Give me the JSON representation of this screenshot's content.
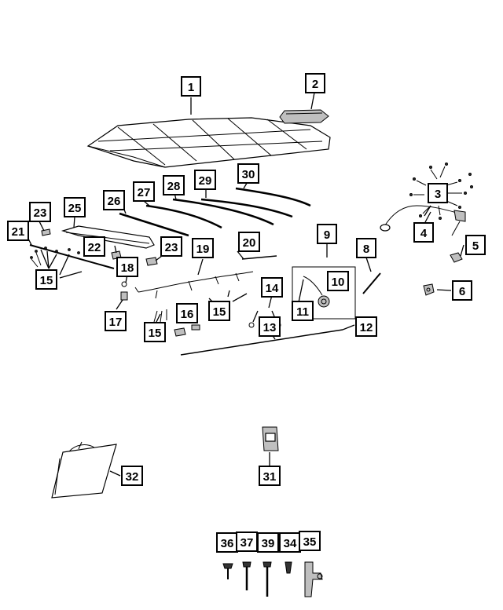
{
  "diagram": {
    "callouts": [
      {
        "id": "c1",
        "label": "1"
      },
      {
        "id": "c2",
        "label": "2"
      },
      {
        "id": "c3",
        "label": "3"
      },
      {
        "id": "c4",
        "label": "4"
      },
      {
        "id": "c5",
        "label": "5"
      },
      {
        "id": "c6",
        "label": "6"
      },
      {
        "id": "c8",
        "label": "8"
      },
      {
        "id": "c9",
        "label": "9"
      },
      {
        "id": "c10",
        "label": "10"
      },
      {
        "id": "c11",
        "label": "11"
      },
      {
        "id": "c12",
        "label": "12"
      },
      {
        "id": "c13",
        "label": "13"
      },
      {
        "id": "c14",
        "label": "14"
      },
      {
        "id": "c15a",
        "label": "15"
      },
      {
        "id": "c15b",
        "label": "15"
      },
      {
        "id": "c15c",
        "label": "15"
      },
      {
        "id": "c16",
        "label": "16"
      },
      {
        "id": "c17",
        "label": "17"
      },
      {
        "id": "c18",
        "label": "18"
      },
      {
        "id": "c19",
        "label": "19"
      },
      {
        "id": "c20",
        "label": "20"
      },
      {
        "id": "c21",
        "label": "21"
      },
      {
        "id": "c22",
        "label": "22"
      },
      {
        "id": "c23a",
        "label": "23"
      },
      {
        "id": "c23b",
        "label": "23"
      },
      {
        "id": "c25",
        "label": "25"
      },
      {
        "id": "c26",
        "label": "26"
      },
      {
        "id": "c27",
        "label": "27"
      },
      {
        "id": "c28",
        "label": "28"
      },
      {
        "id": "c29",
        "label": "29"
      },
      {
        "id": "c30",
        "label": "30"
      },
      {
        "id": "c31",
        "label": "31"
      },
      {
        "id": "c32",
        "label": "32"
      },
      {
        "id": "c34",
        "label": "34"
      },
      {
        "id": "c35",
        "label": "35"
      },
      {
        "id": "c36",
        "label": "36"
      },
      {
        "id": "c37",
        "label": "37"
      },
      {
        "id": "c39",
        "label": "39"
      }
    ]
  }
}
